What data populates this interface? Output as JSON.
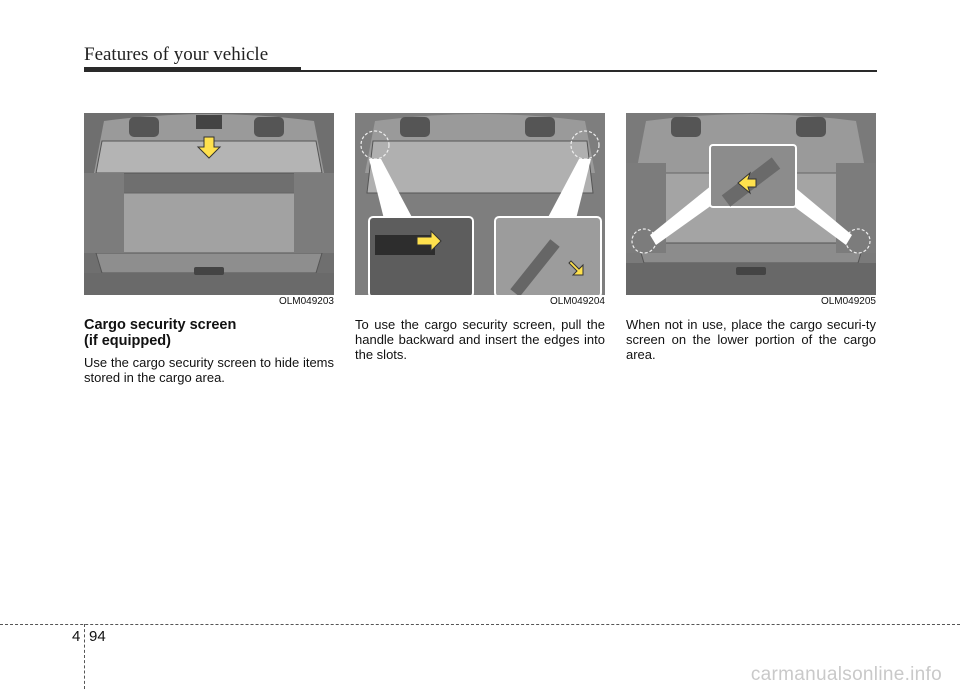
{
  "header": {
    "title": "Features of your vehicle"
  },
  "figures": [
    {
      "code": "OLM049203",
      "arrow_color": "#ffe14d",
      "description_icon": "cargo-area-photo"
    },
    {
      "code": "OLM049204",
      "arrow_color": "#ffe14d",
      "description_icon": "cargo-slots-photo"
    },
    {
      "code": "OLM049205",
      "arrow_color": "#ffe14d",
      "description_icon": "cargo-stowed-photo"
    }
  ],
  "columns": [
    {
      "heading_line1": "Cargo security screen",
      "heading_line2": "(if equipped)",
      "text": "Use the cargo security screen to hide items stored in the cargo area."
    },
    {
      "text": "To use the cargo security screen, pull the handle backward and insert the edges into the slots."
    },
    {
      "text": "When not in use, place the cargo securi-ty screen on the lower portion of the cargo area."
    }
  ],
  "footer": {
    "chapter": "4",
    "page": "94",
    "watermark": "carmanualsonline.info"
  }
}
